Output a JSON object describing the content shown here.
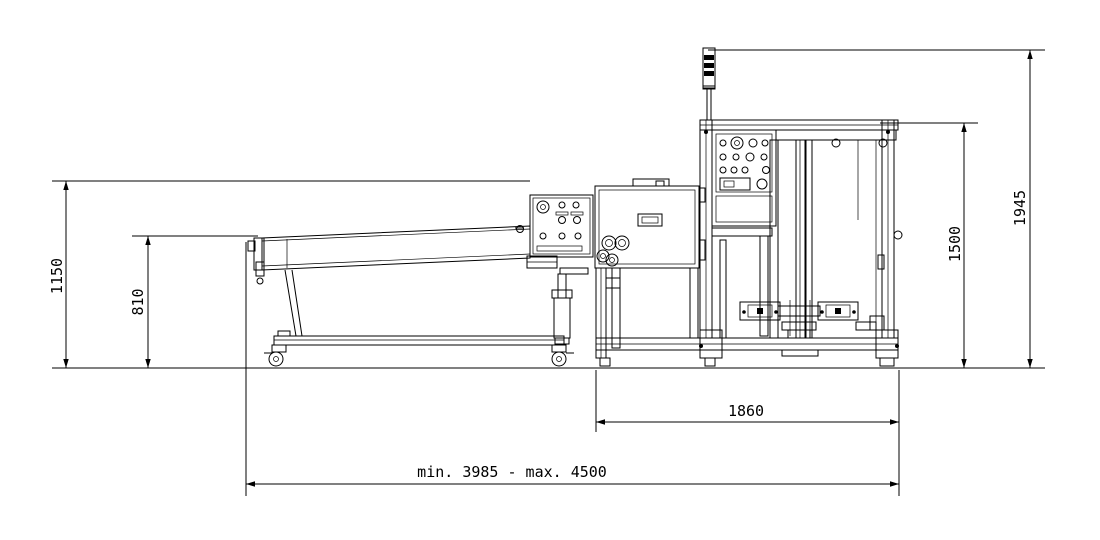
{
  "dimensions": {
    "height_infeed": "1150",
    "height_conveyor": "810",
    "width_frame": "1860",
    "length_total": "min. 3985 - max. 4500",
    "height_frame": "1500",
    "height_total": "1945"
  }
}
